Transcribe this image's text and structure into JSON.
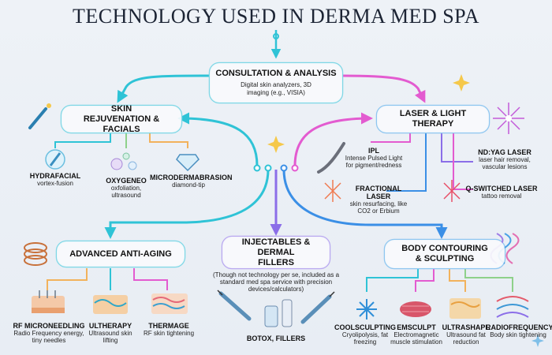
{
  "title": "TECHNOLOGY USED IN DERMA MED SPA",
  "center": {
    "label": "CONSULTATION & ANALYSIS",
    "desc": "Digital skin analyzers, 3D imaging (e.g., VISIA)"
  },
  "skin": {
    "label": "SKIN REJUVENATION & FACIALS",
    "items": [
      {
        "name": "HYDRAFACIAL",
        "desc": "vortex-fusion"
      },
      {
        "name": "OXYGENEO",
        "desc": "oxfoliation, ultrasound"
      },
      {
        "name": "MICRODERMABRASION",
        "desc": "diamond-tip"
      }
    ]
  },
  "laser": {
    "label": "LASER & LIGHT THERAPY",
    "items": [
      {
        "name": "IPL",
        "desc": "Intense Pulsed Light for pigment/redness"
      },
      {
        "name": "ND:YAG LASER",
        "desc": "laser hair removal, vascular lesions"
      },
      {
        "name": "FRACTIONAL LASER",
        "desc": "skin resurfacing, like CO2 or Erbium"
      },
      {
        "name": "Q-SWITCHED LASER",
        "desc": "tattoo removal"
      }
    ]
  },
  "aging": {
    "label": "ADVANCED ANTI-AGING",
    "items": [
      {
        "name": "RF MICRONEEDLING",
        "desc": "Radio Frequency energy, tiny needles"
      },
      {
        "name": "ULTHERAPY",
        "desc": "Ultrasound skin lifting"
      },
      {
        "name": "THERMAGE",
        "desc": "RF skin tightening"
      }
    ]
  },
  "inject": {
    "label": "INJECTABLES & DERMAL FILLERS",
    "note": "(Though not technology per se, included as a standard med spa service with precision devices/calculators)",
    "items": [
      {
        "name": "BOTOX, FILLERS",
        "desc": ""
      }
    ]
  },
  "body": {
    "label": "BODY CONTOURING & SCULPTING",
    "items": [
      {
        "name": "COOLSCULPTING",
        "desc": "Cryolipolysis, fat freezing"
      },
      {
        "name": "EMSCULPT",
        "desc": "Electromagnetic muscle stimulation"
      },
      {
        "name": "ULTRASHAPE",
        "desc": "Ultrasound fat reduction"
      },
      {
        "name": "RADIOFREQUENCY",
        "desc": "Body skin tightening"
      }
    ]
  },
  "colors": {
    "cyan": "#2fc3d6",
    "pink": "#e35bd0",
    "purple": "#8b6ee8",
    "blue": "#3b8fe6",
    "green": "#8ed18a",
    "orange": "#f2b25c"
  }
}
